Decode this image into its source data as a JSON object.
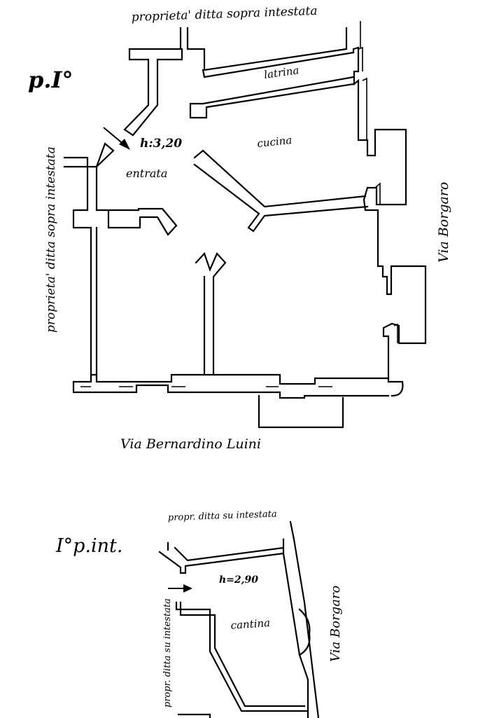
{
  "plan_primo": {
    "floor_label": "p.I°",
    "top_label": "proprieta' ditta sopra intestata",
    "left_label": "proprieta' ditta sopra intestata",
    "right_street": "Via Borgaro",
    "bottom_street": "Via Bernardino Luini",
    "rooms": {
      "latrina": "latrina",
      "cucina": "cucina",
      "entrata": "entrata"
    },
    "height": "h:3,20"
  },
  "plan_interrato": {
    "floor_label": "I°p.int.",
    "top_label": "propr. ditta su intestata",
    "left_label": "propr. ditta su intestata",
    "right_street": "Via Borgaro",
    "rooms": {
      "cantina": "cantina"
    },
    "height": "h=2,90"
  }
}
